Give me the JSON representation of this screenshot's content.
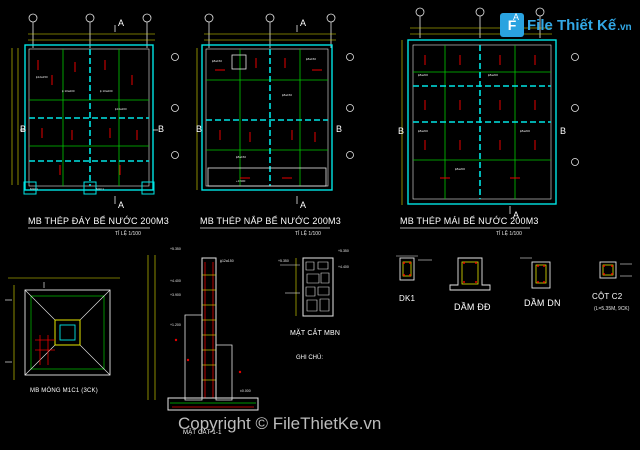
{
  "plans": {
    "floor_title": "MB THÉP ĐÁY BỂ NƯỚC 200M3",
    "cover_title": "MB THÉP NẮP BỂ NƯỚC 200M3",
    "roof_title": "MB THÉP MÁI BỂ NƯỚC 200M3",
    "scale": "TỈ LỆ 1/100",
    "axis_a": "A",
    "axis_b": "B"
  },
  "details": {
    "foundation": "MB MÓNG M1C1 (3CK)",
    "section11": "MẶT CẮT 1-1",
    "section_mbn": "MẶT CẮT MBN",
    "dk1": "DK1",
    "dam_dd": "DẦM ĐĐ",
    "dam_dn": "DẦM DN",
    "cot_c2": "CỘT C2",
    "cot_c2_sub": "(L=5.35M, 9CK)"
  },
  "notes": {
    "title": "GHI CHÚ:"
  },
  "watermark": {
    "logo_letter": "F",
    "logo_text": "File Thiết Kế",
    "logo_tld": ".vn",
    "copyright": "Copyright © FileThietKe.vn"
  },
  "colors": {
    "background": "#000000",
    "cyan": "#00e5e5",
    "green": "#00c800",
    "yellow": "#e6e600",
    "red": "#e60000",
    "white": "#ffffff",
    "magenta": "#e600e6",
    "logo_blue": "#2aa3e0"
  }
}
